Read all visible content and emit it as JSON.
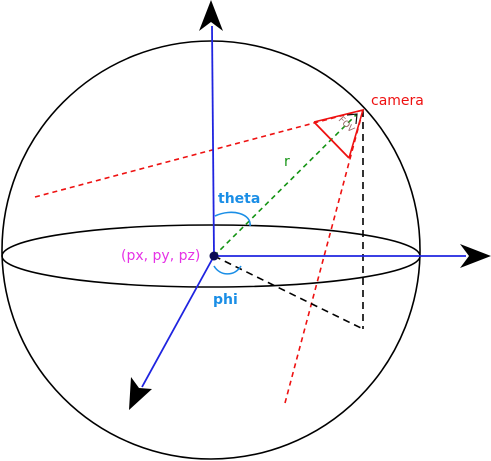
{
  "labels": {
    "camera": "camera",
    "fov": "FOV",
    "radius": "r",
    "theta": "theta",
    "phi": "phi",
    "pivot": "(px, py, pz)"
  },
  "colors": {
    "axis": "#1f24e0",
    "outline": "#000000",
    "frustum": "#ee1111",
    "radius_line": "#139313",
    "angle_label": "#1a8ee6",
    "pivot_label": "#e633e6",
    "camera_label": "#ee1111",
    "fov_label": "#9c6a6a",
    "pivot_point": "#0b0b55"
  },
  "icons": {
    "axis_arrowheads": "triangle-arrowhead",
    "pivot_marker": "filled-dot"
  }
}
